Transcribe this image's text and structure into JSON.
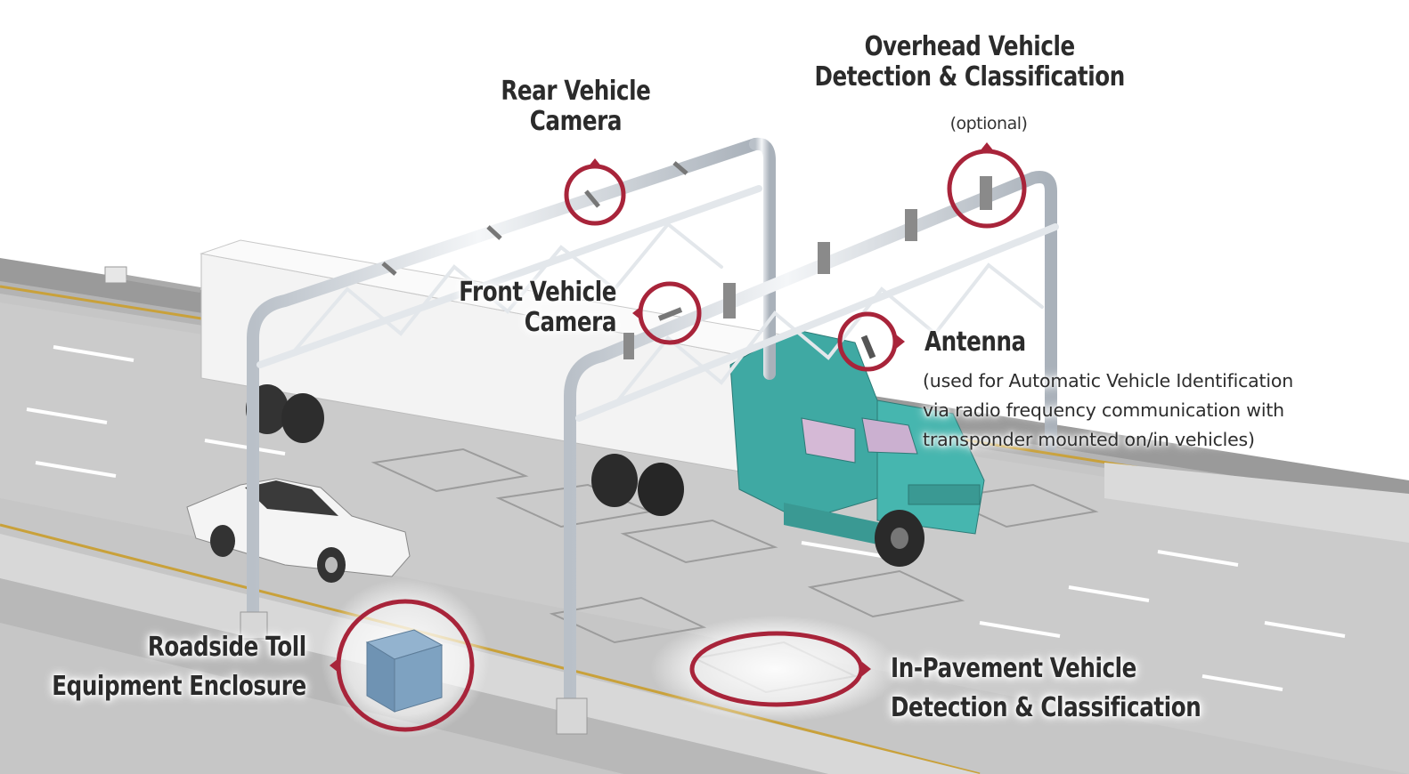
{
  "labels": {
    "rear_camera": [
      "Rear Vehicle",
      "Camera"
    ],
    "overhead": {
      "lines": [
        "Overhead Vehicle",
        "Detection & Classification"
      ],
      "note": "(optional)"
    },
    "front_camera": [
      "Front Vehicle",
      "Camera"
    ],
    "antenna": {
      "title": "Antenna",
      "description": [
        "(used for Automatic Vehicle Identification",
        "via radio frequency communication with",
        "transponder  mounted on/in vehicles)"
      ]
    },
    "roadside": [
      "Roadside Toll",
      "Equipment Enclosure"
    ],
    "pavement": [
      "In-Pavement Vehicle",
      "Detection & Classification"
    ]
  },
  "colors": {
    "callout": "#a8243a",
    "truck_cab": "#3fa9a3",
    "enclosure": "#6f93b3",
    "road": "#c4c4c4",
    "gantry": "#e8ecf0"
  }
}
